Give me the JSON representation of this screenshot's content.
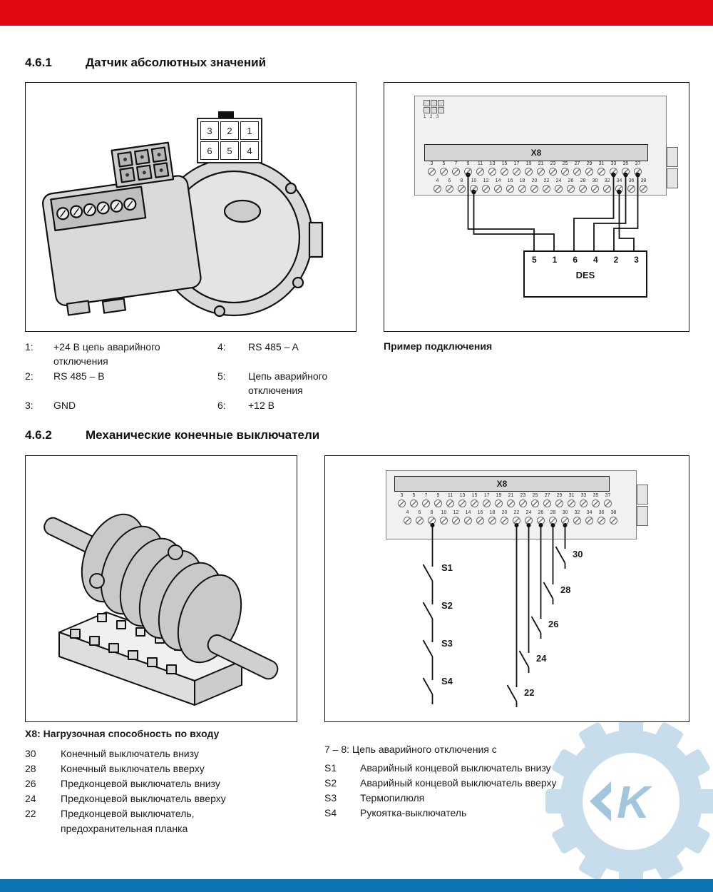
{
  "page": {
    "header_color": "#e30613",
    "footer_color": "#0f74b3",
    "watermark_color": "#c5dcec"
  },
  "watermark": {
    "letter": "K"
  },
  "section1": {
    "number": "4.6.1",
    "title": "Датчик абсолютных значений",
    "caption": "Пример подключения",
    "connector_pins": [
      "3",
      "2",
      "1",
      "6",
      "5",
      "4"
    ],
    "legend_rows": [
      {
        "c1": "1:",
        "c2": "+24 В цепь аварийного отключения",
        "c3": "4:",
        "c4": "RS 485 – A"
      },
      {
        "c1": "2:",
        "c2": "RS 485 – B",
        "c3": "5:",
        "c4": "Цепь аварийного отключения"
      },
      {
        "c1": "3:",
        "c2": "GND",
        "c3": "6:",
        "c4": "+12 В"
      }
    ]
  },
  "fig2": {
    "x8_label": "X8",
    "mini_connector_label": "1 2 3",
    "terminals_top": [
      "3",
      "5",
      "7",
      "9",
      "11",
      "13",
      "15",
      "17",
      "19",
      "21",
      "23",
      "25",
      "27",
      "29",
      "31",
      "33",
      "35",
      "37"
    ],
    "terminals_bottom": [
      "4",
      "6",
      "8",
      "10",
      "12",
      "14",
      "16",
      "18",
      "20",
      "22",
      "24",
      "26",
      "28",
      "30",
      "32",
      "34",
      "36",
      "38"
    ],
    "des": {
      "label": "DES",
      "pins": [
        "5",
        "1",
        "6",
        "4",
        "2",
        "3"
      ]
    }
  },
  "section2": {
    "number": "4.6.2",
    "title": "Механические конечные выключатели",
    "x8_heading": "X8: Нагрузочная способность по входу",
    "legend_left": [
      {
        "num": "30",
        "text": "Конечный выключатель внизу"
      },
      {
        "num": "28",
        "text": "Конечный выключатель вверху"
      },
      {
        "num": "26",
        "text": "Предконцевой выключатель внизу"
      },
      {
        "num": "24",
        "text": "Предконцевой выключатель вверху"
      },
      {
        "num": "22",
        "text": "Предконцевой выключатель, предохранительная планка"
      }
    ],
    "legend_right_header": "7 – 8: Цепь аварийного отключения с",
    "legend_right": [
      {
        "num": "S1",
        "text": "Аварийный концевой выключатель внизу"
      },
      {
        "num": "S2",
        "text": "Аварийный концевой выключатель вверху"
      },
      {
        "num": "S3",
        "text": "Термопилюля"
      },
      {
        "num": "S4",
        "text": "Рукоятка-выключатель"
      }
    ]
  },
  "fig4": {
    "x8_label": "X8",
    "terminals_top": [
      "3",
      "5",
      "7",
      "9",
      "11",
      "13",
      "15",
      "17",
      "19",
      "21",
      "23",
      "25",
      "27",
      "29",
      "31",
      "33",
      "35",
      "37"
    ],
    "terminals_bottom": [
      "4",
      "6",
      "8",
      "10",
      "12",
      "14",
      "16",
      "18",
      "20",
      "22",
      "24",
      "26",
      "28",
      "30",
      "32",
      "34",
      "36",
      "38"
    ],
    "switch_labels": [
      "S1",
      "S2",
      "S3",
      "S4"
    ],
    "wire_labels": [
      "30",
      "28",
      "26",
      "24",
      "22"
    ]
  }
}
